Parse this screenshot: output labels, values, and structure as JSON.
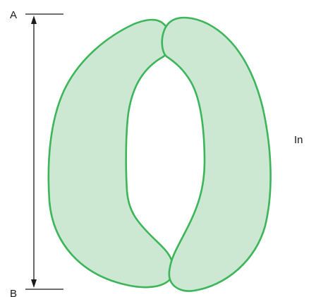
{
  "labels": {
    "top": "A",
    "bottom": "B",
    "side": "In"
  },
  "colors": {
    "cell_fill": "#cce8d3",
    "cell_stroke": "#3db55a",
    "line": "#1a1a1a",
    "background": "#ffffff"
  }
}
